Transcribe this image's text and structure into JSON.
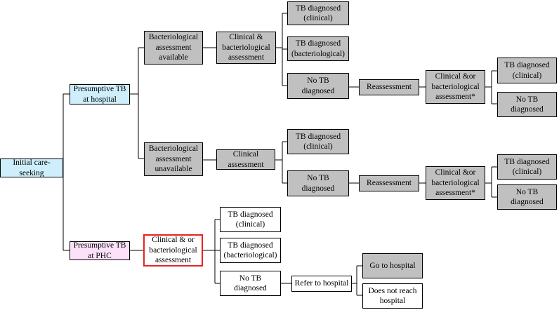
{
  "colors": {
    "hospital_path": "#cdeefa",
    "phc_path": "#fce2f8",
    "assessment_box": "#c0c0c0",
    "highlight_border": "#e8221f"
  },
  "nodes": {
    "initial": "Initial care-\nseeking",
    "presumptive_hospital": "Presumptive TB\nat hospital",
    "presumptive_phc": "Presumptive TB\nat PHC",
    "bact_available": "Bacteriological\nassessment\navailable",
    "bact_unavailable": "Bacteriological\nassessment\nunavailable",
    "clin_bact_assessment": "Clinical &\nbacteriological\nassessment",
    "clinical_assessment": "Clinical\nassessment",
    "h1_tb_clinical": "TB diagnosed\n(clinical)",
    "h1_tb_bact": "TB diagnosed\n(bacteriological)",
    "h1_no_tb": "No TB\ndiagnosed",
    "h1_reassess": "Reassessment",
    "h1_clin_or_bact": "Clinical &or\nbacteriological\nassessment*",
    "h1_r_tb_clinical": "TB diagnosed\n(clinical)",
    "h1_r_no_tb": "No TB\ndiagnosed",
    "h2_tb_clinical": "TB diagnosed\n(clinical)",
    "h2_no_tb": "No TB\ndiagnosed",
    "h2_reassess": "Reassessment",
    "h2_clin_or_bact": "Clinical &or\nbacteriological\nassessment*",
    "h2_r_tb_clinical": "TB diagnosed\n(clinical)",
    "h2_r_no_tb": "No TB\ndiagnosed",
    "phc_assessment": "Clinical & or\nbacteriological\nassessment",
    "phc_tb_clinical": "TB diagnosed\n(clinical)",
    "phc_tb_bact": "TB diagnosed\n(bacteriological)",
    "phc_no_tb": "No TB\ndiagnosed",
    "refer_hospital": "Refer to hospital",
    "go_hospital": "Go to hospital",
    "not_reach": "Does not reach\nhospital"
  }
}
